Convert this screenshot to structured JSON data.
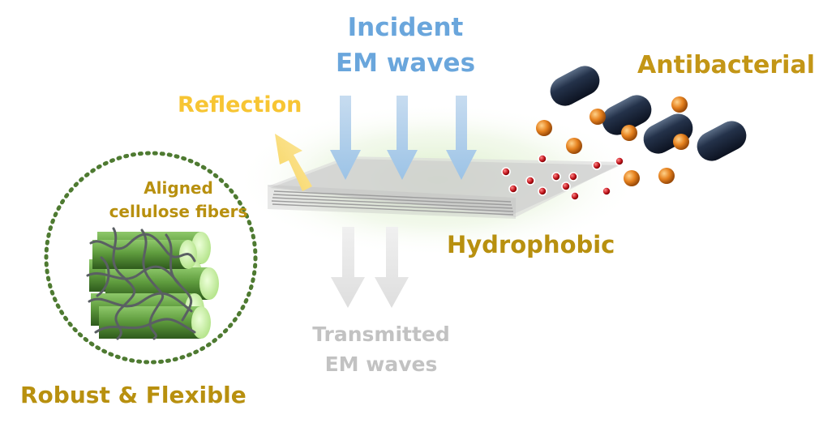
{
  "labels": {
    "incident_line1": "Incident",
    "incident_line2": "EM waves",
    "reflection": "Reflection",
    "antibacterial": "Antibacterial",
    "hydrophobic": "Hydrophobic",
    "aligned_line1": "Aligned",
    "aligned_line2": "cellulose fibers",
    "transmitted_line1": "Transmitted",
    "transmitted_line2": "EM waves",
    "robust": "Robust & Flexible"
  },
  "colors": {
    "incident": "#6aa6dc",
    "reflection": "#f7c533",
    "label_gold": "#b8900f",
    "transmitted": "#c2c2c2",
    "circle_border": "#4e7a31",
    "fiber_green": "#5f9c3e",
    "fiber_end": "#d6f5b3",
    "bacteria": "#1a2535",
    "nanoparticle": "#e07a1c",
    "droplet": "#c0141c"
  },
  "icons": {
    "incident_arrows": "down-arrow-icon",
    "reflection_arrow": "up-left-arrow-icon",
    "transmitted_arrows": "down-arrow-icon",
    "bacteria": "rod-bacteria-icon",
    "nanoparticles": "sphere-icon",
    "droplets": "droplet-icon"
  }
}
